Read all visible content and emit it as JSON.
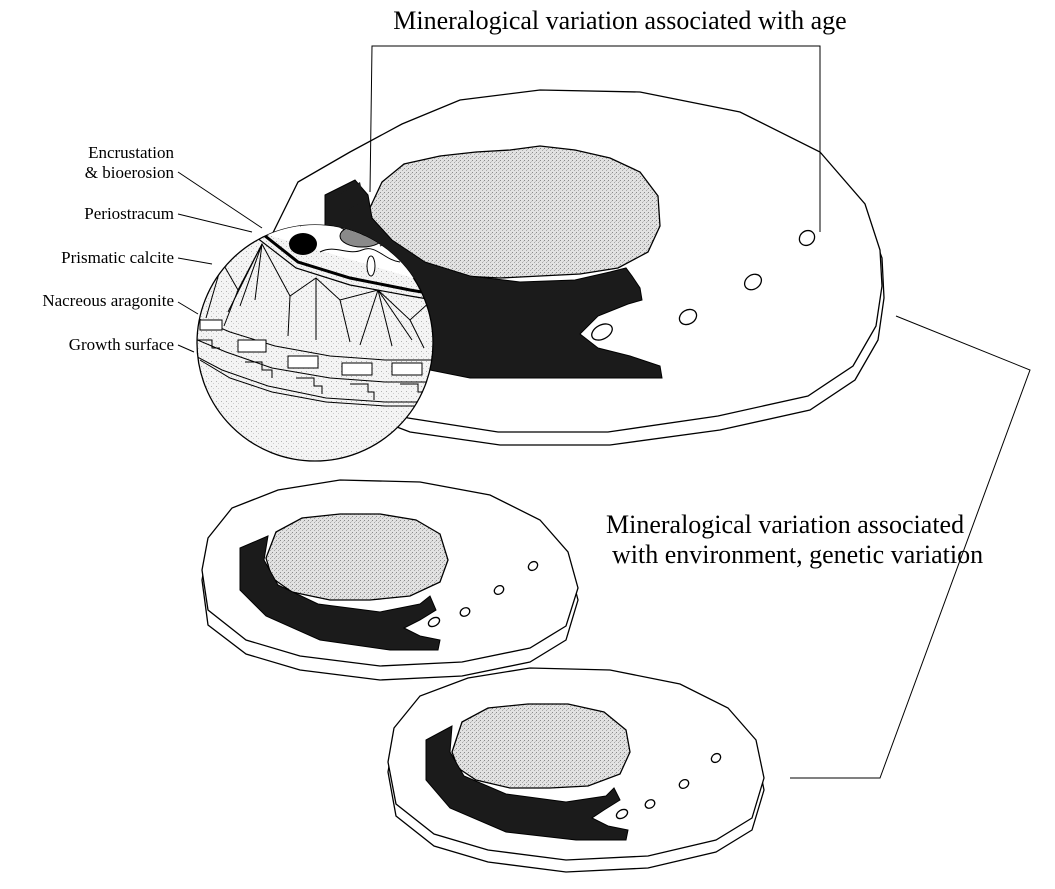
{
  "titles": {
    "age": "Mineralogical variation associated with age",
    "environment_line1": "Mineralogical variation associated",
    "environment_line2": "with environment, genetic variation"
  },
  "inset_labels": {
    "encrustation_line1": "Encrustation",
    "encrustation_line2": "& bioerosion",
    "periostracum": "Periostracum",
    "prismatic_calcite": "Prismatic calcite",
    "nacreous_aragonite": "Nacreous aragonite",
    "growth_surface": "Growth surface"
  },
  "colors": {
    "ink": "#000000",
    "dark_fill": "#1b1b1b",
    "stipple_gray": "#c8c8c8",
    "paper": "#ffffff"
  }
}
